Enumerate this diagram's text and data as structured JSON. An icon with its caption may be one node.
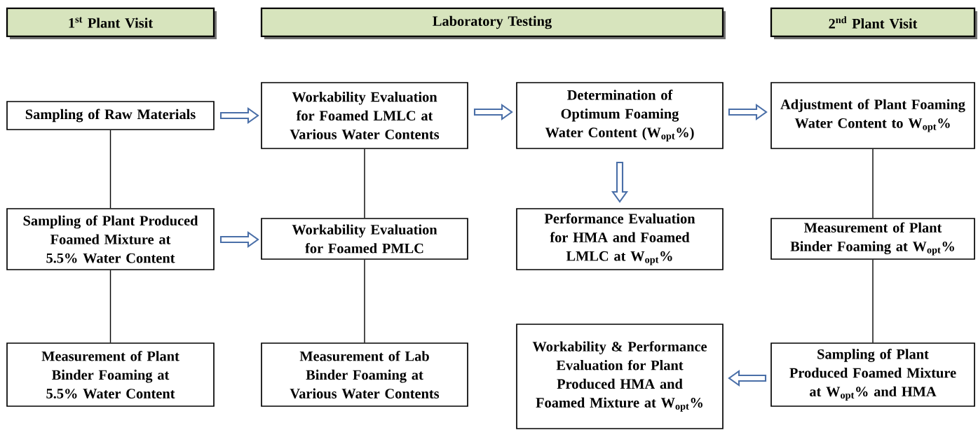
{
  "diagram": {
    "nodes": [
      {
        "text": [
          "1$^{st}$ Plant Visit"
        ]
      },
      {
        "text": [
          "Laboratory Testing"
        ]
      },
      {
        "text": [
          "2$^{nd}$ Plant Visit"
        ]
      },
      {
        "text": [
          "Sampling of Raw Materials"
        ]
      },
      {
        "text": [
          "Workability Evaluation for Foamed LMLC at Various Water Contents"
        ]
      },
      {
        "text": [
          "Determination of Optimum Foaming Water Content (W$_{opt}$%)"
        ]
      },
      {
        "text": [
          "Adjustment of Plant Foaming Water Content to W$_{opt}$%"
        ]
      },
      {
        "text": [
          "Sampling of Plant Produced Foamed Mixture at 5.5% Water Content"
        ]
      },
      {
        "text": [
          "Workability Evaluation for Foamed PMLC"
        ]
      },
      {
        "text": [
          "Performance Evaluation for HMA and Foamed LMLC at W$_{opt}$%"
        ]
      },
      {
        "text": [
          "Measurement of Plant Binder Foaming at W$_{opt}$%"
        ]
      },
      {
        "text": [
          "Measurement of Plant Binder Foaming at 5.5% Water Content"
        ]
      },
      {
        "text": [
          "Measurement of Lab Binder Foaming at Various Water Contents"
        ]
      },
      {
        "text": [
          "Workability & Performance Evaluation for Plant Produced HMA and Foamed Mixture at W$_{opt}$%"
        ]
      },
      {
        "text": [
          "Sampling of Plant Produced Foamed Mixture at W$_{opt}$% and HMA"
        ]
      }
    ],
    "edges": [
      {
        "from": 3,
        "to": 4,
        "arrow": "to",
        "style": "thick",
        "color": "#4a6fa8"
      },
      {
        "from": 4,
        "to": 5,
        "arrow": "to",
        "style": "thick",
        "color": "#4a6fa8"
      },
      {
        "from": 5,
        "to": 6,
        "arrow": "to",
        "style": "thick",
        "color": "#4a6fa8"
      },
      {
        "from": 5,
        "to": 9,
        "arrow": "to",
        "style": "thick",
        "color": "#4a6fa8"
      },
      {
        "from": 7,
        "to": 8,
        "arrow": "to",
        "style": "thick",
        "color": "#4a6fa8"
      },
      {
        "from": 14,
        "to": 13,
        "arrow": "to",
        "style": "thick",
        "color": "#4a6fa8"
      },
      {
        "from": 3,
        "to": 7,
        "arrow": "none"
      },
      {
        "from": 7,
        "to": 11,
        "arrow": "none"
      },
      {
        "from": 4,
        "to": 8,
        "arrow": "none"
      },
      {
        "from": 8,
        "to": 12,
        "arrow": "none"
      },
      {
        "from": 6,
        "to": 10,
        "arrow": "none"
      },
      {
        "from": 10,
        "to": 14,
        "arrow": "none"
      }
    ]
  }
}
